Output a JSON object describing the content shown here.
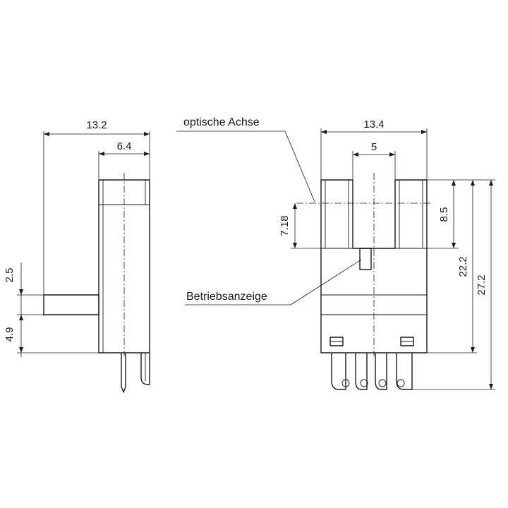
{
  "side_view": {
    "dim_total_width": "13.2",
    "dim_top_width": "6.4",
    "dim_connector_height": "2.5",
    "dim_connector_offset": "4.9"
  },
  "front_view": {
    "dim_total_width": "13.4",
    "dim_slot_width": "5",
    "dim_axis_height": "7.18",
    "dim_slot_depth": "8.5",
    "dim_body_height": "22.2",
    "dim_overall_height": "27.2",
    "label_optical_axis": "optische Achse",
    "label_indicator": "Betriebsanzeige"
  }
}
